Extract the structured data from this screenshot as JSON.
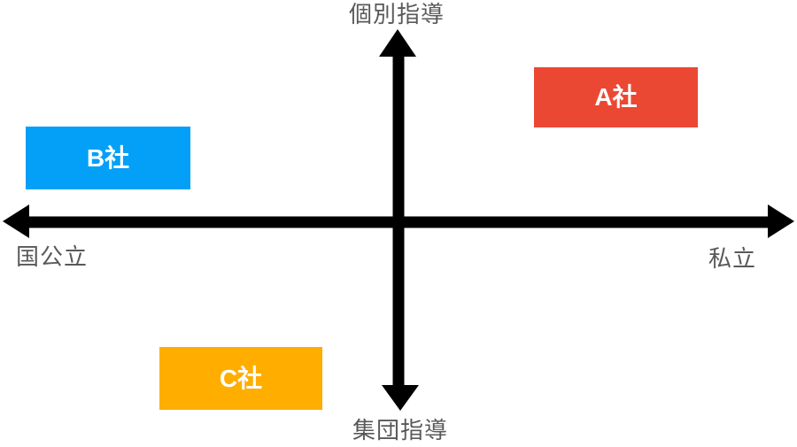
{
  "diagram": {
    "kind": "quadrant-positioning-map",
    "axis_labels": {
      "top": "個別指導",
      "bottom": "集団指導",
      "left": "国公立",
      "right": "私立"
    },
    "companies": [
      {
        "label": "A社",
        "color": "#EB4834",
        "quadrant": "top-right"
      },
      {
        "label": "B社",
        "color": "#04A0F7",
        "quadrant": "top-left"
      },
      {
        "label": "C社",
        "color": "#FFAE00",
        "quadrant": "bottom-left"
      }
    ],
    "colors": {
      "axis": "#000000",
      "axis_label_text": "#595959",
      "company_label_text": "#FFFFFF",
      "background": "#FFFFFF"
    }
  }
}
